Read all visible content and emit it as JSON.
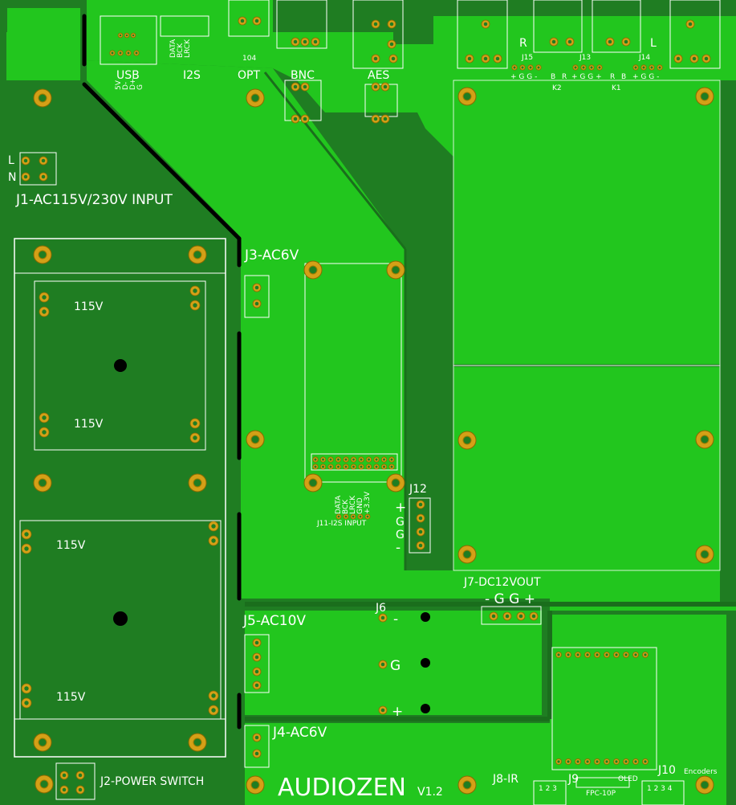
{
  "board": {
    "brand": "AUDIOZEN",
    "version": "V1.2"
  },
  "inputs": {
    "usb": "USB",
    "i2s": "I2S",
    "opt": "OPT",
    "bnc": "BNC",
    "aes": "AES",
    "opt_code": "104",
    "usb_pins": [
      "5V",
      "D-",
      "D+",
      "G"
    ],
    "i2s_pins": [
      "DATA",
      "BCK",
      "LRCK"
    ]
  },
  "outputs": {
    "r_label": "R",
    "l_label": "L",
    "j15": "J15",
    "j13": "J13",
    "j14": "J14",
    "k2": "K2",
    "k1": "K1",
    "j15_pins": "+ G G -",
    "j13_pins": "+ G G +",
    "j14_pins": "+ G G -",
    "pin_b": "B",
    "pin_r": "R"
  },
  "power": {
    "j1": "J1-AC115V/230V INPUT",
    "l": "L",
    "n": "N",
    "j2": "J2-POWER SWITCH",
    "j3": "J3-AC6V",
    "j4": "J4-AC6V",
    "j5": "J5-AC10V",
    "j6": "J6",
    "j6_minus": "-",
    "j6_g": "G",
    "j6_plus": "+",
    "j7": "J7-DC12VOUT",
    "j7_pins": "- G G +",
    "v115": "115V"
  },
  "connectors": {
    "j11": "J11-I2S INPUT",
    "j11_pins": [
      "DATA",
      "BCK",
      "LRCK",
      "GND",
      "+3.3V"
    ],
    "j12": "J12",
    "j12_pins": [
      "+",
      "G",
      "G",
      "-"
    ],
    "j8": "J8-IR",
    "j9": "J9",
    "oled": "OLED",
    "fpc": "FPC-10P",
    "j10": "J10",
    "encoders": "Encoders",
    "j8_pins": "1 2 3",
    "j10_pins": "1 2 3 4"
  },
  "colors": {
    "board": "#1f7d22",
    "copper": "#22c61e",
    "pad": "#d4a017",
    "silk": "#ffffff"
  }
}
